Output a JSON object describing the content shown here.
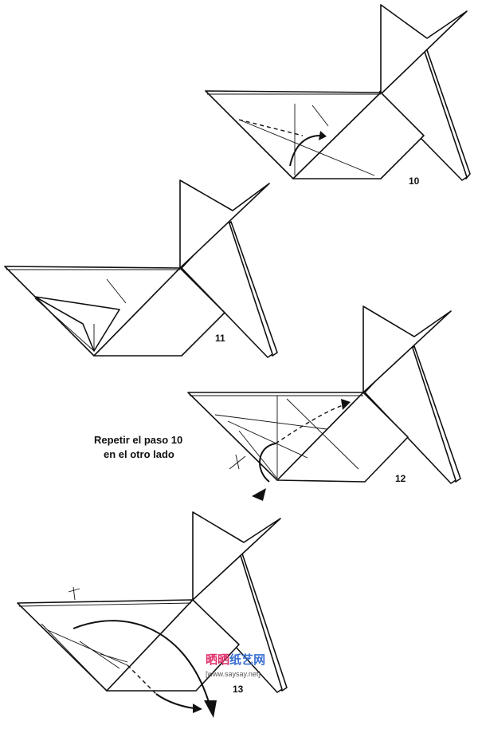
{
  "steps": [
    {
      "number": "10"
    },
    {
      "number": "11"
    },
    {
      "number": "12",
      "instruction_line1": "Repetir el paso 10",
      "instruction_line2": "en el otro lado"
    },
    {
      "number": "13"
    }
  ],
  "watermark": {
    "chars": [
      "晒",
      "晒",
      "纸",
      "艺",
      "网"
    ],
    "colors": [
      "#e0306a",
      "#e0306a",
      "#3a6fd0",
      "#3a6fd0",
      "#3a6fd0"
    ],
    "url": "[www.saysay.net]"
  }
}
